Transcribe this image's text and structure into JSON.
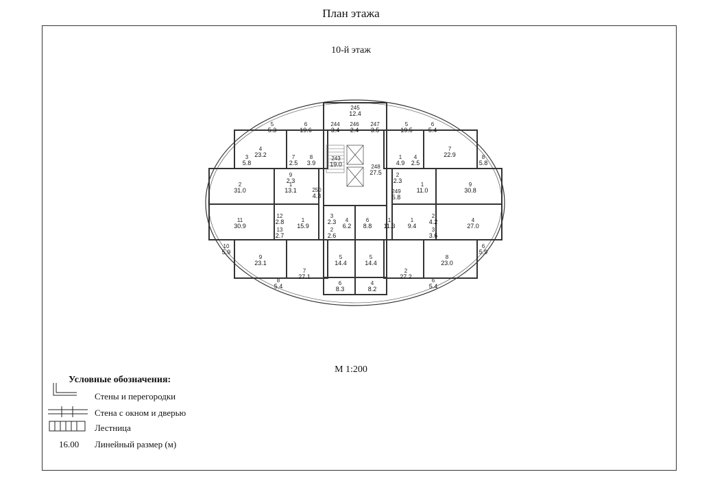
{
  "page": {
    "title": "План этажа",
    "floor": "10-й этаж",
    "scale": "М 1:200"
  },
  "legend": {
    "title": "Условные обозначения:",
    "items": [
      {
        "label": "Стены и перегородки",
        "icon": "wall-symbol-icon"
      },
      {
        "label": "Стена с окном и дверью",
        "icon": "wall-window-door-symbol-icon"
      },
      {
        "label": "Лестница",
        "icon": "stair-symbol-icon"
      },
      {
        "label": "Линейный размер (м)",
        "sample": "16.00"
      }
    ]
  },
  "rooms": [
    {
      "num": "245",
      "area": "12.4"
    },
    {
      "num": "5",
      "area": "5.3"
    },
    {
      "num": "6",
      "area": "19.6"
    },
    {
      "num": "244",
      "area": "3.4"
    },
    {
      "num": "246",
      "area": "2.4"
    },
    {
      "num": "247",
      "area": "3.5"
    },
    {
      "num": "5",
      "area": "19.5"
    },
    {
      "num": "6",
      "area": "5.4"
    },
    {
      "num": "4",
      "area": "23.2"
    },
    {
      "num": "7",
      "area": "22.9"
    },
    {
      "num": "3",
      "area": "5.8"
    },
    {
      "num": "7",
      "area": "2.5"
    },
    {
      "num": "8",
      "area": "3.9"
    },
    {
      "num": "243",
      "area": "19.0"
    },
    {
      "num": "248",
      "area": "27.5"
    },
    {
      "num": "1",
      "area": "4.9"
    },
    {
      "num": "4",
      "area": "2.5"
    },
    {
      "num": "8",
      "area": "5.8"
    },
    {
      "num": "2",
      "area": "31.0"
    },
    {
      "num": "1",
      "area": "13.1"
    },
    {
      "num": "9",
      "area": "2.3"
    },
    {
      "num": "250",
      "area": "4.3"
    },
    {
      "num": "2",
      "area": "2.3"
    },
    {
      "num": "249",
      "area": "5.8"
    },
    {
      "num": "1",
      "area": "11.0"
    },
    {
      "num": "9",
      "area": "30.8"
    },
    {
      "num": "11",
      "area": "30.9"
    },
    {
      "num": "12",
      "area": "2.8"
    },
    {
      "num": "13",
      "area": "2.7"
    },
    {
      "num": "1",
      "area": "15.9"
    },
    {
      "num": "3",
      "area": "2.3"
    },
    {
      "num": "4",
      "area": "6.2"
    },
    {
      "num": "2",
      "area": "2.6"
    },
    {
      "num": "6",
      "area": "8.8"
    },
    {
      "num": "1",
      "area": "11.3"
    },
    {
      "num": "1",
      "area": "9.4"
    },
    {
      "num": "2",
      "area": "4.2"
    },
    {
      "num": "3",
      "area": "3.6"
    },
    {
      "num": "4",
      "area": "27.0"
    },
    {
      "num": "10",
      "area": "5.9"
    },
    {
      "num": "9",
      "area": "23.1"
    },
    {
      "num": "7",
      "area": "27.1"
    },
    {
      "num": "5",
      "area": "14.4"
    },
    {
      "num": "5",
      "area": "14.4"
    },
    {
      "num": "2",
      "area": "27.2"
    },
    {
      "num": "8",
      "area": "23.0"
    },
    {
      "num": "6",
      "area": "5.9"
    },
    {
      "num": "8",
      "area": "5.4"
    },
    {
      "num": "6",
      "area": "8.3"
    },
    {
      "num": "4",
      "area": "8.2"
    },
    {
      "num": "6",
      "area": "5.4"
    }
  ]
}
